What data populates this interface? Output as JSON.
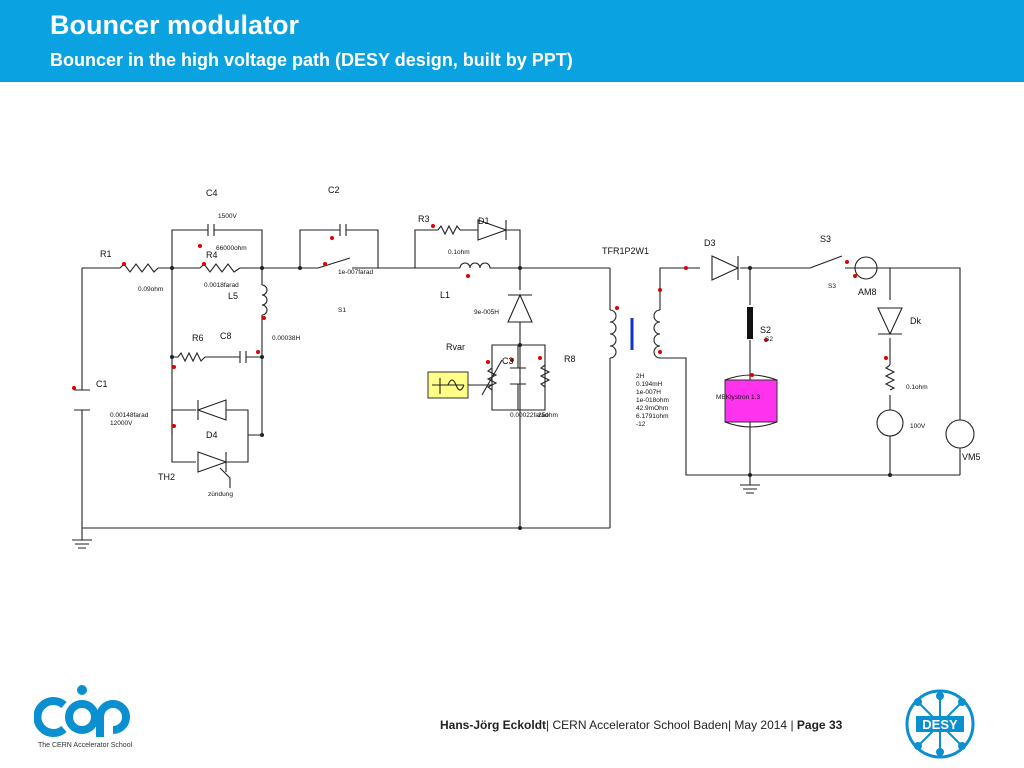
{
  "header": {
    "title": "Bouncer modulator",
    "subtitle": "Bouncer in the high voltage path (DESY design, built by PPT)"
  },
  "schematic": {
    "labels": {
      "c4": "C4",
      "c2": "C2",
      "r3": "R3",
      "d1": "D1",
      "r1": "R1",
      "r4": "R4",
      "l5": "L5",
      "l1": "L1",
      "tfr": "TFR1P2W1",
      "d3": "D3",
      "s3": "S3",
      "am8": "AM8",
      "dk": "Dk",
      "s2": "S2",
      "r6": "R6",
      "c8": "C8",
      "rvar": "Rvar",
      "c3": "C3",
      "r8": "R8",
      "c1": "C1",
      "d4": "D4",
      "th2": "TH2",
      "vm5": "VM5",
      "klystron": "MBKlystron 1.3"
    },
    "values": {
      "c4_v": "1500V",
      "r4_ohm": "66000ohm",
      "c2_f": "1e-007farad",
      "r3_ohm": "0.1ohm",
      "r1_ohm": "0.09ohm",
      "r4_f": "0.0018farad",
      "s1": "S1",
      "l5_h": "0.00038H",
      "l1_h": "9e-005H",
      "s3_small": "S3",
      "s2_small": "S2",
      "c3_f": "0.00022farad",
      "r8_ohm": "25ohm",
      "c1_f": "0.00148farad",
      "c1_v": "12000V",
      "th2_z": "zündung",
      "rk_ohm": "0.1ohm",
      "vs_v": "100V",
      "tfr_params": [
        "2H",
        "0.194mH",
        "1e-007H",
        "1e-018ohm",
        "42.9mOhm",
        "6.1791ohm",
        "-12"
      ]
    }
  },
  "footer": {
    "author": "Hans-Jörg Eckoldt",
    "sep1": "|",
    "event": "CERN Accelerator School Baden",
    "sep2": "|",
    "date": "May 2014",
    "sep3": "|",
    "page": "Page 33"
  },
  "logos": {
    "cas_caption": "The CERN Accelerator School",
    "desy": "DESY"
  },
  "colors": {
    "header": "#0aa2e0",
    "accent_dot": "#e00000",
    "klystron": "#ff33ee"
  }
}
